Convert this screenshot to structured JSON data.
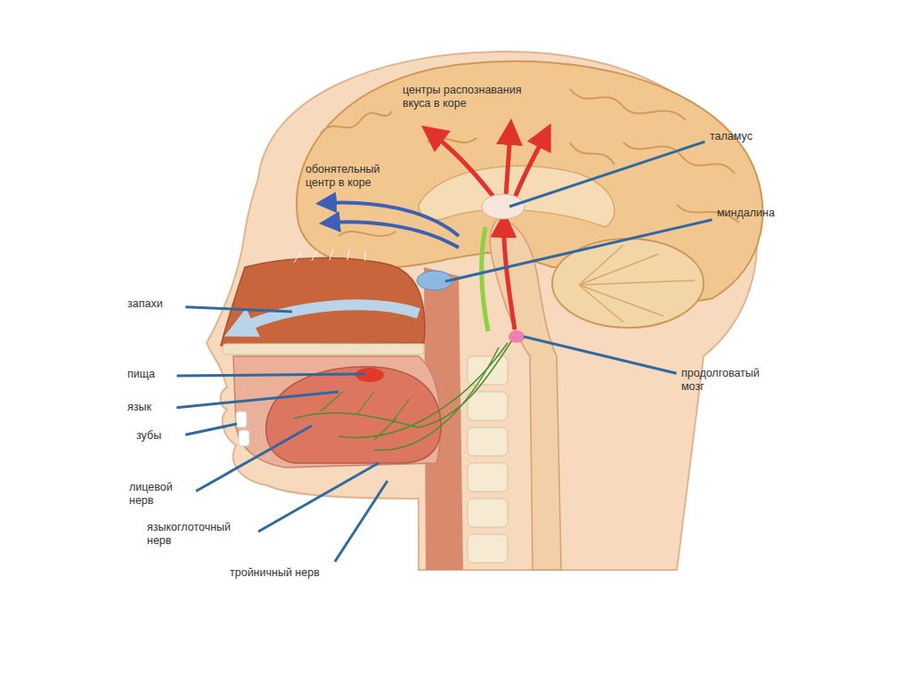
{
  "diagram": {
    "labels": [
      "центры распознавания вкуса в коре",
      "таламус",
      "обонятельный центр в коре",
      "миндалина",
      "запахи",
      "продолговатый мозг",
      "пища",
      "язык",
      "зубы",
      "лицевой нерв",
      "языкоглоточный нерв",
      "тройничный нерв"
    ]
  }
}
